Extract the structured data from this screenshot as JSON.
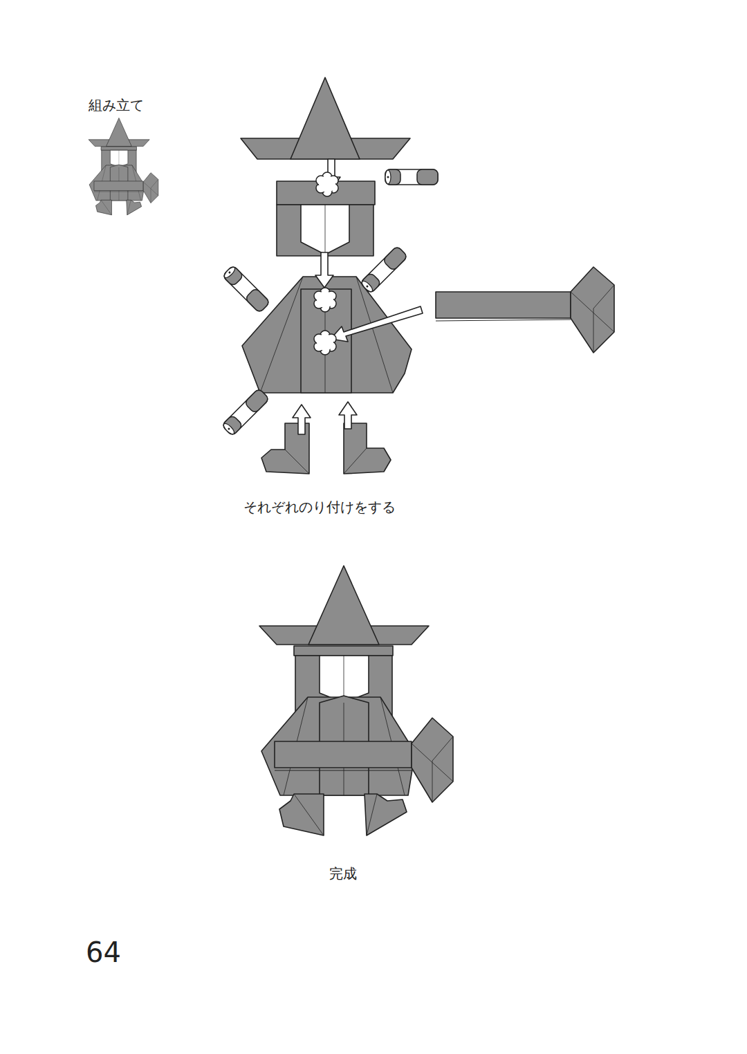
{
  "diagram": {
    "title": "組み立て",
    "labels": [
      "それぞれのり付けをする",
      "完成",
      "64"
    ]
  }
}
